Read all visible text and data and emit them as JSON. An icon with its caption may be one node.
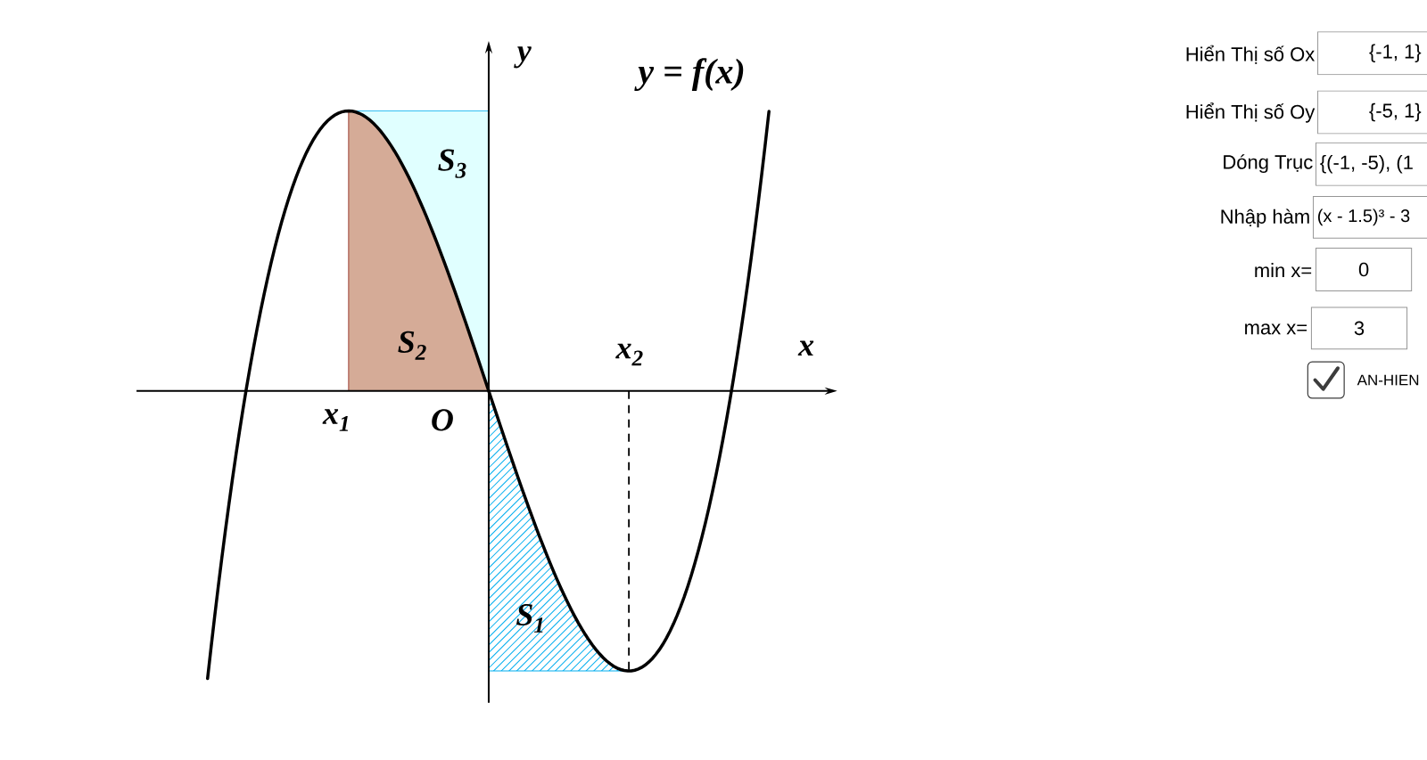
{
  "diagram": {
    "labels": [
      "y",
      "y = f(x)",
      "S$_{3}$",
      "S$_{2}$",
      "x$_{2}$",
      "x",
      "x$_{1}$",
      "O",
      "S$_{1}$",
      "Hiển Thị số Ox",
      "{-1, 1}",
      "Hiển Thị số Oy",
      "{-5, 1}",
      "Dóng Trục",
      "{(-1, -5), (1",
      "Nhập hàm",
      "(x - 1.5)³ - 3",
      "min x=",
      "0",
      "max x=",
      "3",
      "AN-HIEN"
    ]
  }
}
